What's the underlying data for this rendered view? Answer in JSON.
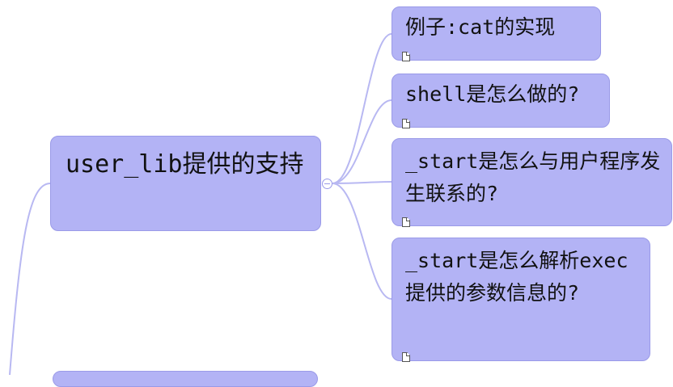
{
  "mindmap": {
    "parent": {
      "label": "user_lib提供的支持"
    },
    "children": [
      {
        "label": "例子:cat的实现",
        "has_note": true
      },
      {
        "label": "shell是怎么做的?",
        "has_note": true
      },
      {
        "label": "_start是怎么与用户程序发生联系的?",
        "has_note": true
      },
      {
        "label": "_start是怎么解析exec提供的参数信息的?",
        "has_note": true
      }
    ],
    "colors": {
      "node_fill": "#b3b3f5",
      "node_border": "#9a9ae8",
      "edge": "#b8b8f2"
    }
  },
  "icons": {
    "note": "note-icon",
    "toggle": "collapse-toggle-icon"
  }
}
